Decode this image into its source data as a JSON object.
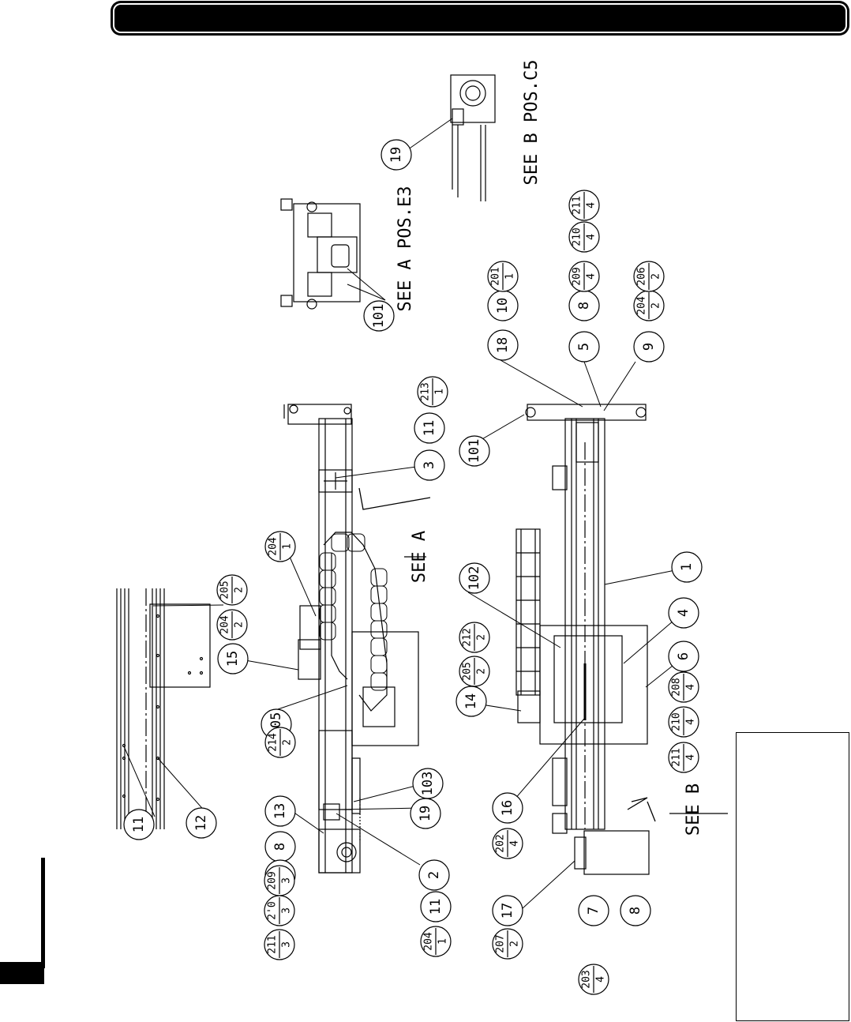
{
  "header": {
    "title": ""
  },
  "balloons": {
    "single": [
      "11",
      "12",
      "15",
      "105",
      "13",
      "8",
      "2",
      "11",
      "103",
      "19",
      "3",
      "11",
      "101",
      "18",
      "5",
      "9",
      "10",
      "8",
      "1",
      "4",
      "6",
      "14",
      "16",
      "17",
      "7",
      "8",
      "102",
      "101",
      "19",
      "11"
    ],
    "fractions": [
      {
        "top": "205",
        "bottom": "2"
      },
      {
        "top": "204",
        "bottom": "2"
      },
      {
        "top": "204",
        "bottom": "1"
      },
      {
        "top": "214",
        "bottom": "2"
      },
      {
        "top": "209",
        "bottom": "3"
      },
      {
        "top": "2'0",
        "bottom": "3"
      },
      {
        "top": "211",
        "bottom": "3"
      },
      {
        "top": "204",
        "bottom": "1"
      },
      {
        "top": "213",
        "bottom": "1"
      },
      {
        "top": "201",
        "bottom": "1"
      },
      {
        "top": "209",
        "bottom": "4"
      },
      {
        "top": "210",
        "bottom": "4"
      },
      {
        "top": "211",
        "bottom": "4"
      },
      {
        "top": "204",
        "bottom": "2"
      },
      {
        "top": "206",
        "bottom": "2"
      },
      {
        "top": "212",
        "bottom": "2"
      },
      {
        "top": "205",
        "bottom": "2"
      },
      {
        "top": "208",
        "bottom": "4"
      },
      {
        "top": "210",
        "bottom": "4"
      },
      {
        "top": "211",
        "bottom": "4"
      },
      {
        "top": "202",
        "bottom": "4"
      },
      {
        "top": "207",
        "bottom": "2"
      },
      {
        "top": "203",
        "bottom": "4"
      }
    ]
  },
  "labels": {
    "see_a": "SEE  A",
    "see_b": "SEE  B",
    "see_a_pos": "SEE  A  POS.E3",
    "see_b_pos": "SEE  B  POS.C5"
  }
}
